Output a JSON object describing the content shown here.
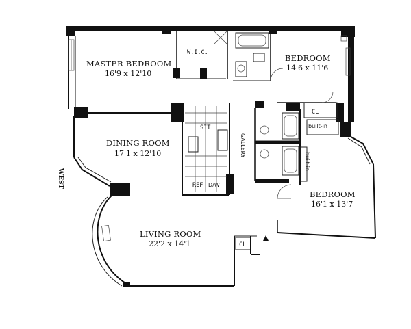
{
  "rooms": {
    "master_bedroom": {
      "name": "MASTER BEDROOM",
      "dims": "16'9 x 12'10"
    },
    "bedroom_north": {
      "name": "BEDROOM",
      "dims": "14'6 x 11'6"
    },
    "dining_room": {
      "name": "DINING ROOM",
      "dims": "17'1 x 12'10"
    },
    "bedroom_east": {
      "name": "BEDROOM",
      "dims": "16'1 x 13'7"
    },
    "living_room": {
      "name": "LIVING ROOM",
      "dims": "22'2 x 14'1"
    }
  },
  "labels": {
    "wic": "W.I.C.",
    "cl_north": "CL",
    "cl_living": "CL",
    "built_in_top": "built-in",
    "built_in_side": "built-in",
    "gallery": "GALLERY",
    "sit": "SIT",
    "ref": "REF",
    "dw": "D/W",
    "compass_west": "WEST"
  }
}
